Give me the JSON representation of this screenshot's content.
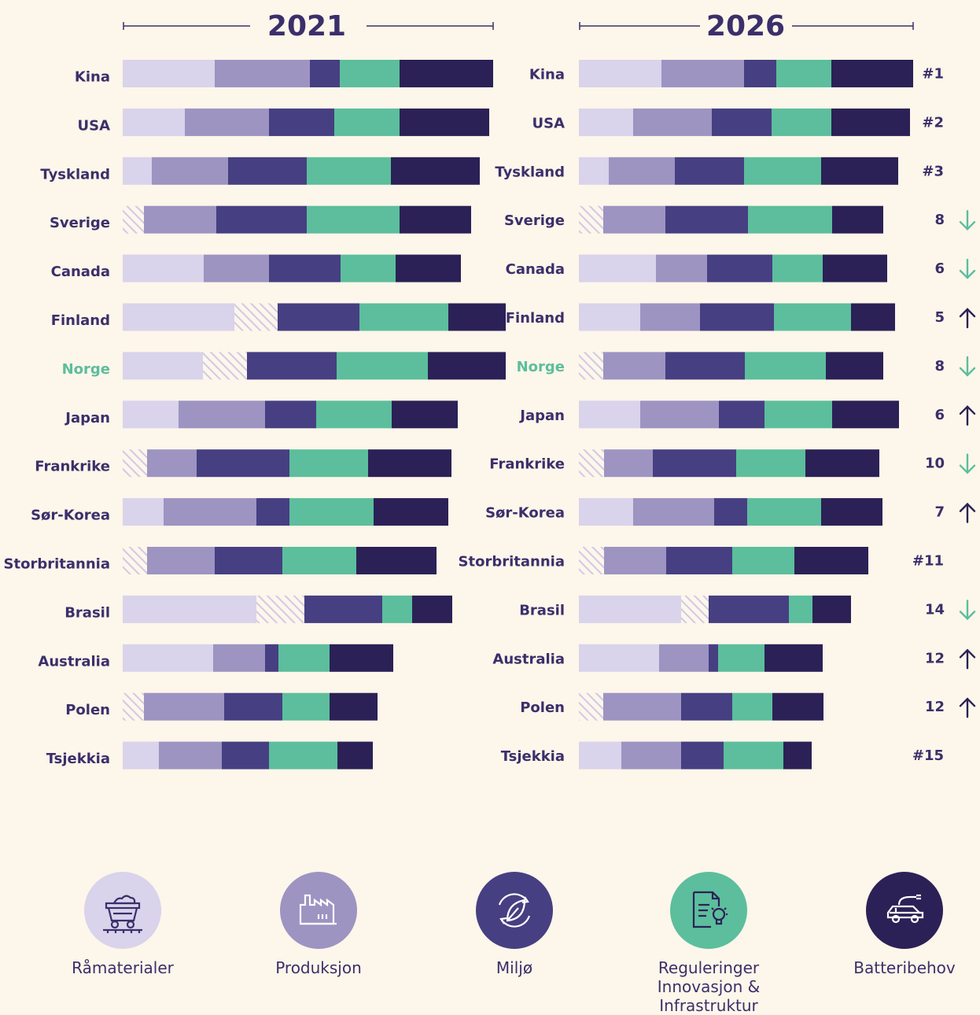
{
  "chart_data": {
    "type": "bar",
    "stacked": true,
    "orientation": "horizontal",
    "panels": [
      {
        "title": "2021"
      },
      {
        "title": "2026"
      }
    ],
    "countries": [
      "Kina",
      "USA",
      "Tyskland",
      "Sverige",
      "Canada",
      "Finland",
      "Norge",
      "Japan",
      "Frankrike",
      "Sør-Korea",
      "Storbritannia",
      "Brasil",
      "Australia",
      "Polen",
      "Tsjekkia"
    ],
    "highlight_country": "Norge",
    "series": [
      {
        "name": "Råmaterialer",
        "color": "#d9d3eb"
      },
      {
        "name": "Produksjon",
        "color": "#9d94c2"
      },
      {
        "name": "Miljø",
        "color": "#463f82"
      },
      {
        "name": "Reguleringer Innovasjon & Infrastruktur",
        "color": "#5cbe9c"
      },
      {
        "name": "Batteribehov",
        "color": "#2b2156"
      }
    ],
    "values_2021": [
      [
        117,
        121,
        38,
        76,
        119
      ],
      [
        79,
        107,
        83,
        83,
        114
      ],
      [
        37,
        97,
        100,
        107,
        113
      ],
      [
        27,
        92,
        115,
        118,
        91
      ],
      [
        103,
        83,
        91,
        70,
        83
      ],
      [
        142,
        0,
        104,
        113,
        73
      ],
      [
        102,
        0,
        114,
        116,
        99
      ],
      [
        71,
        110,
        65,
        96,
        84
      ],
      [
        31,
        63,
        118,
        100,
        106
      ],
      [
        52,
        118,
        42,
        107,
        95
      ],
      [
        31,
        86,
        86,
        94,
        102
      ],
      [
        170,
        0,
        99,
        38,
        51
      ],
      [
        115,
        66,
        17,
        65,
        81
      ],
      [
        27,
        102,
        74,
        60,
        61
      ],
      [
        46,
        80,
        60,
        87,
        45
      ]
    ],
    "hatched_2021": [
      [
        false,
        false,
        false,
        false,
        false
      ],
      [
        false,
        false,
        false,
        false,
        false
      ],
      [
        false,
        false,
        false,
        false,
        false
      ],
      [
        true,
        false,
        false,
        false,
        false
      ],
      [
        false,
        false,
        false,
        false,
        false
      ],
      [
        false,
        false,
        false,
        false,
        false
      ],
      [
        false,
        false,
        false,
        false,
        false
      ],
      [
        false,
        false,
        false,
        false,
        false
      ],
      [
        true,
        false,
        false,
        false,
        false
      ],
      [
        false,
        false,
        false,
        false,
        false
      ],
      [
        true,
        false,
        false,
        false,
        false
      ],
      [
        false,
        false,
        false,
        false,
        false
      ],
      [
        false,
        false,
        false,
        false,
        false
      ],
      [
        true,
        false,
        false,
        false,
        false
      ],
      [
        false,
        false,
        false,
        false,
        false
      ]
    ],
    "partial_hatch_2021": [
      0,
      0,
      0,
      0,
      0,
      55,
      56,
      0,
      0,
      0,
      0,
      61,
      0,
      0,
      0
    ],
    "values_2026": [
      [
        105,
        105,
        41,
        70,
        104
      ],
      [
        69,
        100,
        76,
        76,
        100
      ],
      [
        38,
        84,
        88,
        98,
        98
      ],
      [
        31,
        79,
        105,
        107,
        65
      ],
      [
        98,
        65,
        83,
        64,
        82
      ],
      [
        78,
        76,
        94,
        98,
        56
      ],
      [
        31,
        79,
        101,
        103,
        73
      ],
      [
        78,
        100,
        58,
        86,
        85
      ],
      [
        32,
        62,
        106,
        88,
        94
      ],
      [
        69,
        103,
        42,
        94,
        78
      ],
      [
        32,
        79,
        84,
        79,
        94
      ],
      [
        130,
        0,
        102,
        30,
        49
      ],
      [
        102,
        63,
        12,
        59,
        74
      ],
      [
        31,
        99,
        65,
        51,
        65
      ],
      [
        54,
        76,
        54,
        76,
        36
      ]
    ],
    "hatched_2026": [
      [
        false,
        false,
        false,
        false,
        false
      ],
      [
        false,
        false,
        false,
        false,
        false
      ],
      [
        false,
        false,
        false,
        false,
        false
      ],
      [
        true,
        false,
        false,
        false,
        false
      ],
      [
        false,
        false,
        false,
        false,
        false
      ],
      [
        false,
        false,
        false,
        false,
        false
      ],
      [
        true,
        false,
        false,
        false,
        false
      ],
      [
        false,
        false,
        false,
        false,
        false
      ],
      [
        true,
        false,
        false,
        false,
        false
      ],
      [
        false,
        false,
        false,
        false,
        false
      ],
      [
        true,
        false,
        false,
        false,
        false
      ],
      [
        false,
        false,
        false,
        false,
        false
      ],
      [
        false,
        false,
        false,
        false,
        false
      ],
      [
        true,
        false,
        false,
        false,
        false
      ],
      [
        false,
        false,
        false,
        false,
        false
      ]
    ],
    "partial_hatch_2026": [
      0,
      0,
      0,
      0,
      0,
      0,
      0,
      0,
      0,
      0,
      0,
      35,
      0,
      0,
      0
    ],
    "rank_labels_2026": [
      "#1",
      "#2",
      "#3",
      "8",
      "6",
      "5",
      "8",
      "6",
      "10",
      "7",
      "#11",
      "14",
      "12",
      "12",
      "#15"
    ],
    "rank_arrows_2026": [
      "none",
      "none",
      "none",
      "down",
      "down",
      "up",
      "down",
      "up",
      "down",
      "up",
      "none",
      "down",
      "up",
      "up",
      "none"
    ]
  },
  "colors": {
    "text": "#3b2f6b",
    "highlight": "#5cbe9c",
    "arrow_down": "#5cbe9c",
    "arrow_up": "#2b2156",
    "background": "#fdf6ea"
  },
  "legend": [
    {
      "label": "Råmaterialer",
      "icon": "mine-cart-icon",
      "color": "#d9d3eb"
    },
    {
      "label": "Produksjon",
      "icon": "factory-icon",
      "color": "#9d94c2"
    },
    {
      "label": "Miljø",
      "icon": "leaf-cycle-icon",
      "color": "#463f82"
    },
    {
      "label": "Reguleringer Innovasjon & Infrastruktur",
      "icon": "document-bulb-icon",
      "color": "#5cbe9c"
    },
    {
      "label": "Batteribehov",
      "icon": "electric-car-icon",
      "color": "#2b2156"
    }
  ]
}
